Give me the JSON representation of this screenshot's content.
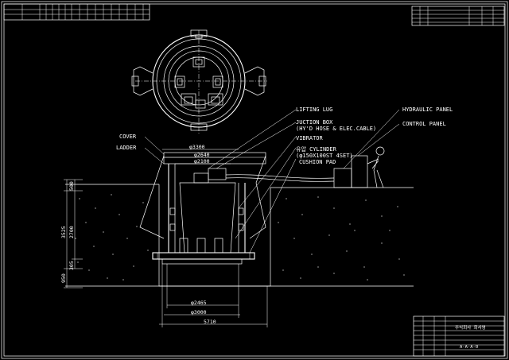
{
  "colors": {
    "background": "#000000",
    "line": "#ffffff"
  },
  "callouts": {
    "lifting_lug": "LIFTING LUG",
    "juction_box_1": "JUCTION BOX",
    "juction_box_2": "(HY'D HOSE & ELEC.CABLE)",
    "vibrator": "VIBRATOR",
    "cylinder_1": "유압 CYLINDER",
    "cylinder_2": "(φ150X100ST 4SET)",
    "cushion_pad": "CUSHION PAD",
    "hydraulic_panel": "HYDRAULIC PANEL",
    "control_panel": "CONTROL PANEL",
    "cover": "COVER",
    "ladder": "LADDER"
  },
  "dimensions": {
    "d3300": "φ3300",
    "d2640": "φ2640",
    "d2100": "φ2100",
    "d2465": "φ2465",
    "d3000": "φ3000",
    "w5710": "5710",
    "h500": "500",
    "h2700": "2700",
    "h3525": "3525",
    "h305": "305",
    "h950": "950"
  },
  "title_block": {
    "company": "주식회사 회사명",
    "drawing_no": "A-A-A-0"
  }
}
